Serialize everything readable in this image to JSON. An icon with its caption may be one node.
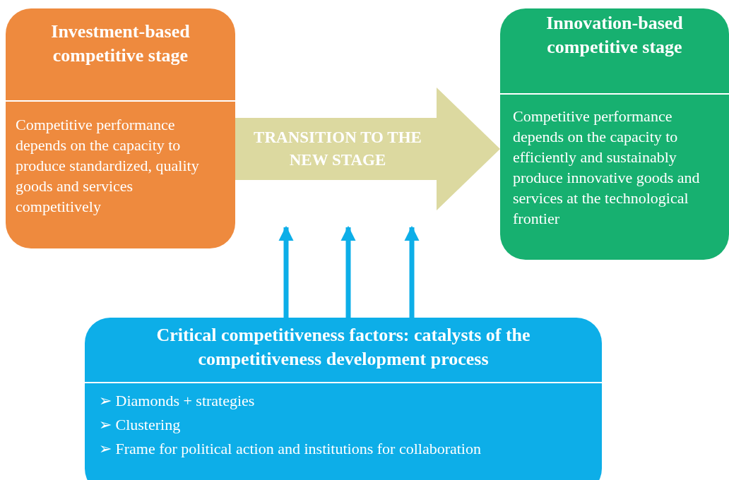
{
  "diagram": {
    "nodes": [
      {
        "text": [
          "Investment-based competitive stage",
          "Competitive performance depends on the capacity to produce standardized, quality goods and services competitively"
        ]
      },
      {
        "text": [
          "Innovation-based competitive stage",
          "Competitive performance depends on the capacity to efficiently and sustainably produce innovative goods and services at the technological frontier"
        ]
      },
      {
        "text": [
          "Critical competitiveness factors: catalysts of the competitiveness development process",
          "➢ Diamonds + strategies",
          "➢ Clustering",
          "➢ Frame for political action and institutions for collaboration"
        ]
      }
    ],
    "edges": [
      {
        "from": 0,
        "to": 1,
        "arrow": "to",
        "label": "TRANSITION TO THE NEW STAGE",
        "style": "thick",
        "color": "#dcd9a0"
      },
      {
        "from": 2,
        "to": null,
        "arrow": "to"
      },
      {
        "from": 2,
        "to": null,
        "arrow": "to"
      },
      {
        "from": 2,
        "to": null,
        "arrow": "to"
      }
    ]
  }
}
